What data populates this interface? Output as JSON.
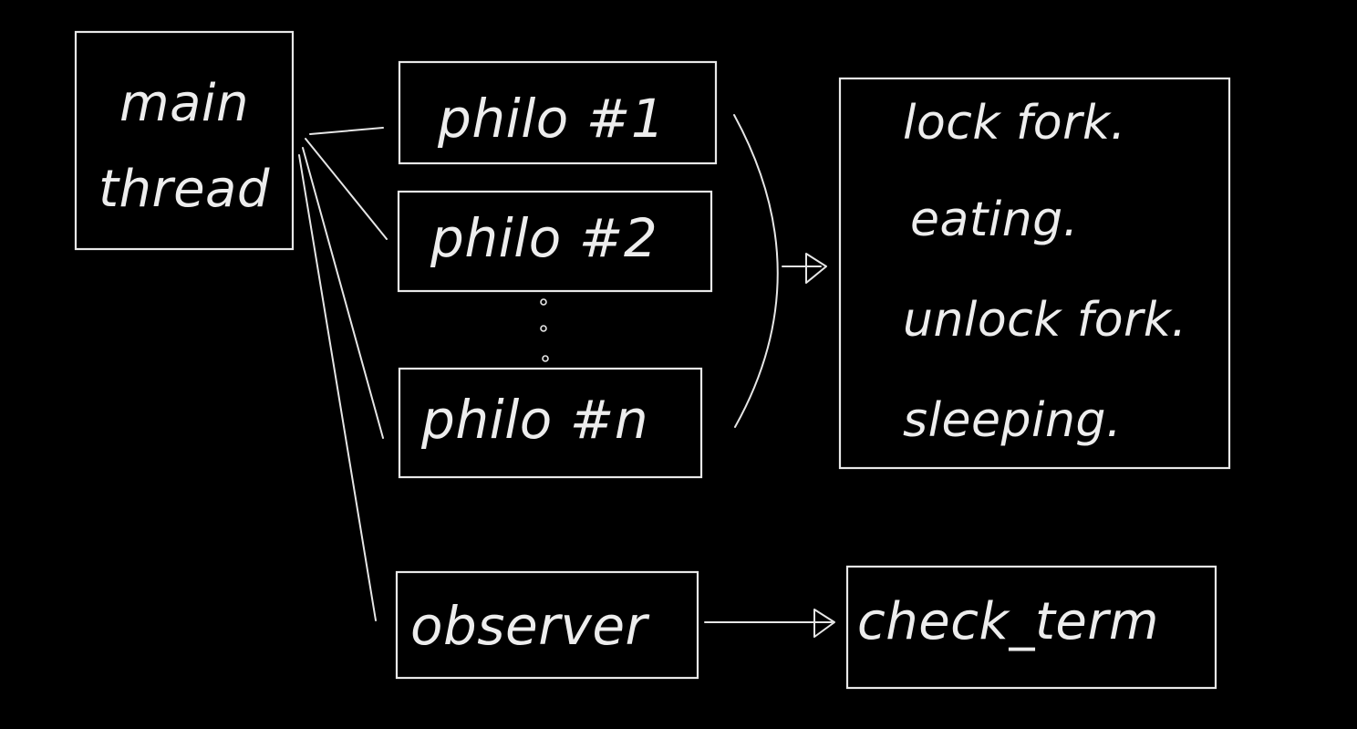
{
  "main_thread": {
    "line1": "main",
    "line2": "thread"
  },
  "philosophers": [
    {
      "label": "philo #1"
    },
    {
      "label": "philo #2"
    },
    {
      "label": "philo #n"
    }
  ],
  "philo_routine": [
    {
      "label": "lock fork."
    },
    {
      "label": "eating."
    },
    {
      "label": "unlock fork."
    },
    {
      "label": "sleeping."
    }
  ],
  "observer": {
    "label": "observer"
  },
  "check_term": {
    "label": "check_term"
  },
  "colors": {
    "background": "#000000",
    "chalk": "#e8e8e8"
  }
}
